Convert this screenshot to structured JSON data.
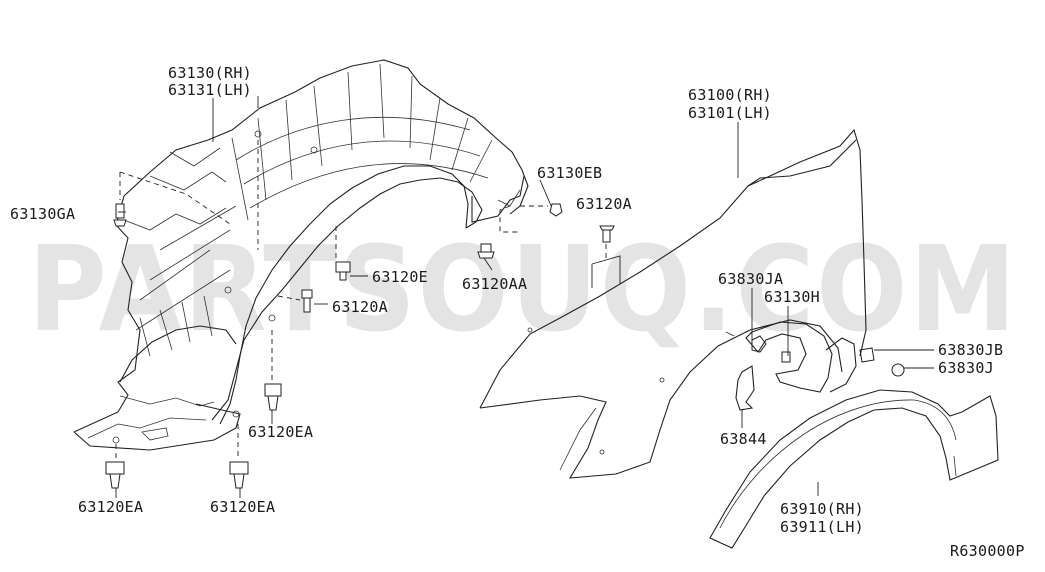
{
  "watermark": "PARTSOUQ.COM",
  "diagram_code": "R630000P",
  "labels": {
    "p63130": "63130(RH)",
    "p63131": "63131(LH)",
    "p63130GA": "63130GA",
    "p63130EB": "63130EB",
    "p63120A_top": "63120A",
    "p63120E": "63120E",
    "p63120A_mid": "63120A",
    "p63120AA": "63120AA",
    "p63120EA_mid": "63120EA",
    "p63120EA_left": "63120EA",
    "p63120EA_right": "63120EA",
    "p63100": "63100(RH)",
    "p63101": "63101(LH)",
    "p63830JA": "63830JA",
    "p63130H": "63130H",
    "p63830JB": "63830JB",
    "p63830J": "63830J",
    "p63844": "63844",
    "p63910": "63910(RH)",
    "p63911": "63911(LH)"
  }
}
